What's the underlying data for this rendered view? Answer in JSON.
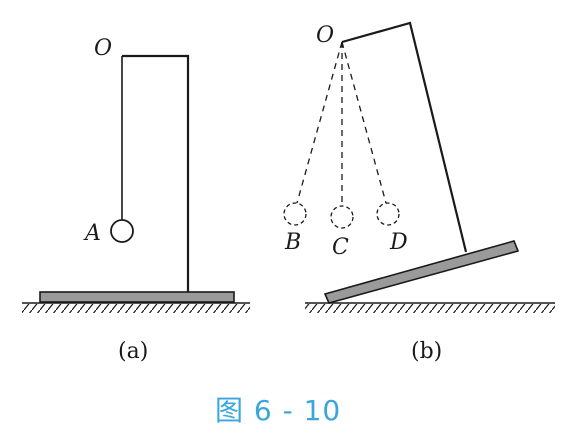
{
  "figure_a": {
    "pivot_label": "O",
    "ball_label": "A",
    "subfigure_label": "(a)"
  },
  "figure_b": {
    "pivot_label": "O",
    "ball_labels": [
      "B",
      "C",
      "D"
    ],
    "subfigure_label": "(b)"
  },
  "caption": "图 6 - 10",
  "colors": {
    "ink": "#1a1a1a",
    "board_fill": "#9a9a9a",
    "caption": "#3aa6dc"
  }
}
